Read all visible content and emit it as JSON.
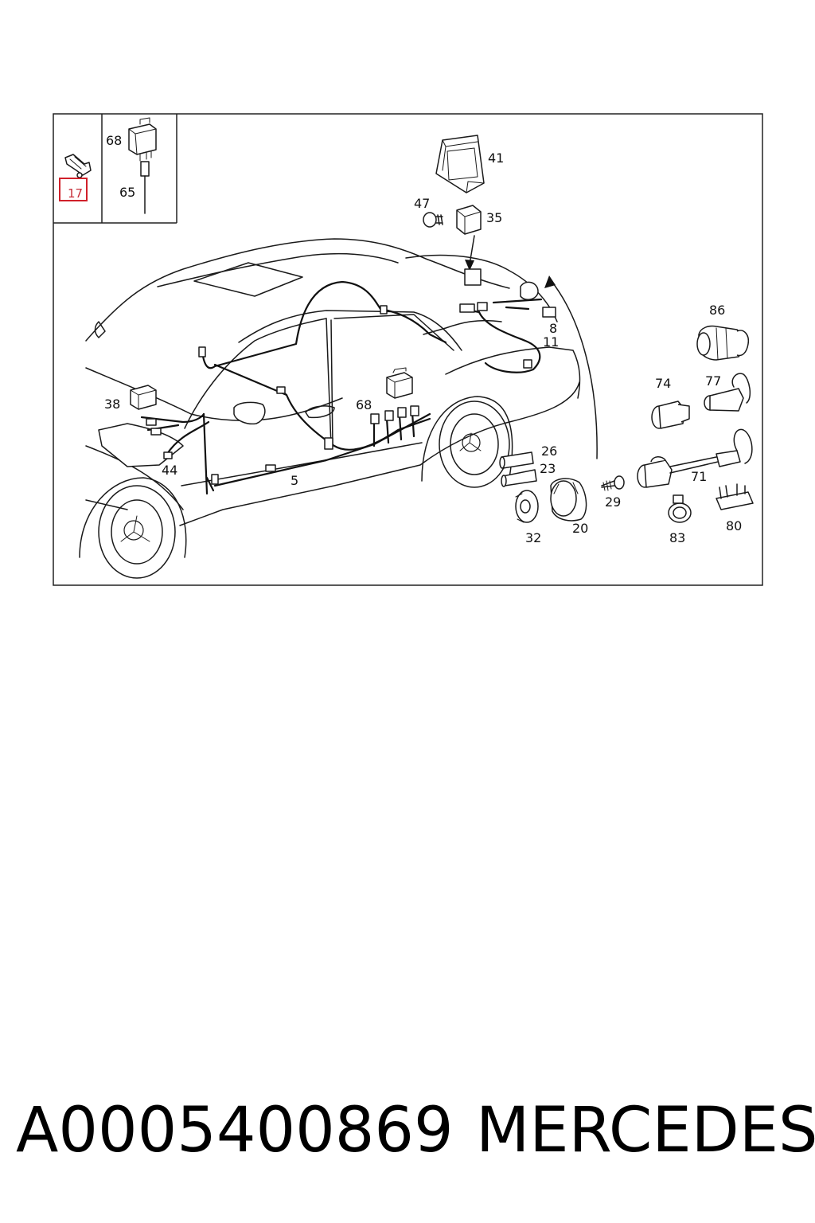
{
  "callouts": {
    "c17": "17",
    "c68a": "68",
    "c65": "65",
    "c41": "41",
    "c47": "47",
    "c35": "35",
    "c86": "86",
    "c8": "8",
    "c11": "11",
    "c38": "38",
    "c68b": "68",
    "c44": "44",
    "c5": "5",
    "c26": "26",
    "c23": "23",
    "c74": "74",
    "c77": "77",
    "c71": "71",
    "c29": "29",
    "c32": "32",
    "c20": "20",
    "c83": "83",
    "c80": "80"
  },
  "highlight_color": "#d0202a",
  "footer": {
    "part_number": "A0005400869",
    "brand": "MERCEDES"
  }
}
